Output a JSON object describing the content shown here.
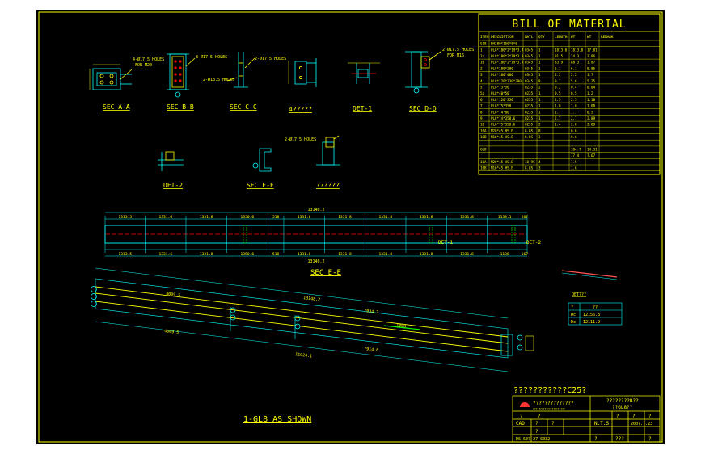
{
  "bom": {
    "title": "BILL OF MATERIAL",
    "headers": [
      "ITEM",
      "DESCRIPTION",
      "MATL",
      "QTY",
      "LENGTH",
      "WT",
      "WT",
      "REMARK"
    ],
    "rows": [
      [
        "G18",
        "BH300*150*8*6",
        "",
        "",
        "",
        "",
        "",
        ""
      ],
      [
        "1",
        "PL8*180*2*19*3.4",
        "Q345",
        "1",
        "1813.0",
        "1813.0",
        "17.01",
        ""
      ],
      [
        "1a",
        "PL8*180*2*19*3.3",
        "Q345",
        "1",
        "91.5",
        "24.3",
        "3.86",
        ""
      ],
      [
        "1b",
        "PL8*180*2*19*3.4",
        "Q345",
        "1",
        "83.9",
        "88.3",
        "1.87",
        ""
      ],
      [
        "2",
        "PL8*180*200",
        "Q345",
        "1",
        "6.1",
        "6.1",
        "0.85",
        ""
      ],
      [
        "3",
        "PL8*180*480",
        "Q345",
        "1",
        "2.2",
        "2.2",
        "1.7",
        ""
      ],
      [
        "4",
        "PL8*120*330*380",
        "Q345",
        "8",
        "0.7",
        "5.6",
        "5.25",
        ""
      ],
      [
        "5",
        "PL8*73*50",
        "Q235",
        "2",
        "0.2",
        "0.4",
        "0.04",
        ""
      ],
      [
        "5a",
        "PL8*40*50",
        "Q235",
        "1",
        "0.5",
        "0.5",
        "1.2",
        ""
      ],
      [
        "6",
        "PL8*120*350",
        "Q235",
        "1",
        "2.5",
        "2.5",
        "1.10",
        ""
      ],
      [
        "7",
        "PL8*75*350",
        "Q235",
        "1",
        "1.0",
        "1.0",
        "1.00",
        ""
      ],
      [
        "8",
        "PL8*74*80",
        "Q235",
        "1",
        "1.7",
        "1.7",
        "0.5",
        ""
      ],
      [
        "9",
        "PL8*74*358.6",
        "Q235",
        "1",
        "2.7",
        "2.7",
        "2.89",
        ""
      ],
      [
        "10",
        "PL8*75*358.6",
        "Q235",
        "2",
        "1.4",
        "2.8",
        "2.89",
        ""
      ],
      [
        "10A",
        "M20*45 HS.B",
        "8.8S",
        "8",
        "",
        "0.6",
        "",
        ""
      ],
      [
        "10B",
        "M16*45 HS.B",
        "8.8S",
        "3",
        "",
        "0.6",
        "",
        ""
      ],
      [
        "",
        "",
        "",
        "",
        "",
        "",
        "",
        ""
      ],
      [
        "GL8",
        "",
        "",
        "",
        "",
        "184.7",
        "14.31",
        ""
      ],
      [
        "",
        "",
        "",
        "",
        "",
        "77.4",
        "7.67",
        ""
      ],
      [
        "10A",
        "M20*45 HS.B",
        "10.9S",
        "4",
        "",
        "1.5",
        "",
        ""
      ],
      [
        "10B",
        "M16*45 HS.B",
        "8.8S",
        "3",
        "",
        "1.6",
        "",
        ""
      ]
    ]
  },
  "sections": {
    "sec_a": "SEC A-A",
    "sec_b": "SEC B-B",
    "sec_c": "SEC C-C",
    "unknown1": "4?????",
    "det1": "DET-1",
    "sec_d": "SEC D-D",
    "det2": "DET-2",
    "sec_f": "SEC F-F",
    "unknown2": "??????",
    "sec_e": "SEC E-E"
  },
  "notes": {
    "holes_a": "4-Ø17.5 HOLES",
    "holes_a_sub": "FOR M20",
    "holes_b": "8-Ø17.5 HOLES",
    "holes_c1": "2-Ø17.5 HOLES",
    "holes_c2": "2-Ø13.5 HOLES",
    "holes_d": "2-Ø17.5 HOLES",
    "holes_d_sub": "FOR M16",
    "holes_f": "2-Ø17.5 HOLES"
  },
  "elevation": {
    "total_top": "13140.2",
    "total_bot": "13140.2",
    "segments_top": [
      "1313.5",
      "1331.6",
      "1331.8",
      "1350.6",
      "518",
      "1331.8",
      "1331.8",
      "1331.8",
      "1331.8",
      "1331.8",
      "1138.1",
      "167"
    ],
    "segments_bot": [
      "1313.5",
      "1331.6",
      "1331.8",
      "1350.6",
      "518",
      "1331.8",
      "1331.8",
      "1331.8",
      "1331.8",
      "1331.8",
      "1138",
      "167"
    ],
    "det1_label": "DET-1",
    "det2_label": "DET-2"
  },
  "iso": {
    "dim_top": "13148.2",
    "dim_bot": "11924.1",
    "dim_left_top": "4009.5",
    "dim_left_bot": "4009.5",
    "dim_mid_top": "7934.7",
    "dim_mid_bot": "7914.6",
    "center_dim": "1000",
    "caption": "1-GL8 AS SHOWN"
  },
  "small_table": {
    "headers": [
      "?",
      "??"
    ],
    "rows": [
      [
        "Dc",
        "12156.8"
      ],
      [
        "Dc",
        "12111.9"
      ]
    ]
  },
  "detail_label": "DET???",
  "steel_note": "???????????C25?",
  "title_block": {
    "company": "??????????????",
    "company_sub": "??????????????????????",
    "project": "????????B??",
    "drawing_title": "??GL8??",
    "rows1": [
      "?",
      "?",
      "?",
      "?",
      "?",
      "?",
      "?",
      "?"
    ],
    "cad": "CAD",
    "scale_label": "N.T.S",
    "date": "2007.7.23",
    "dwg_no": "DS-S07-27-S032",
    "rev": "?",
    "sheet": "???",
    "end": "?"
  },
  "colors": {
    "background": "#000000",
    "frame": "#ffff00",
    "drawing": "#00ffff",
    "accent": "#ff0000",
    "text": "#ffff00"
  }
}
